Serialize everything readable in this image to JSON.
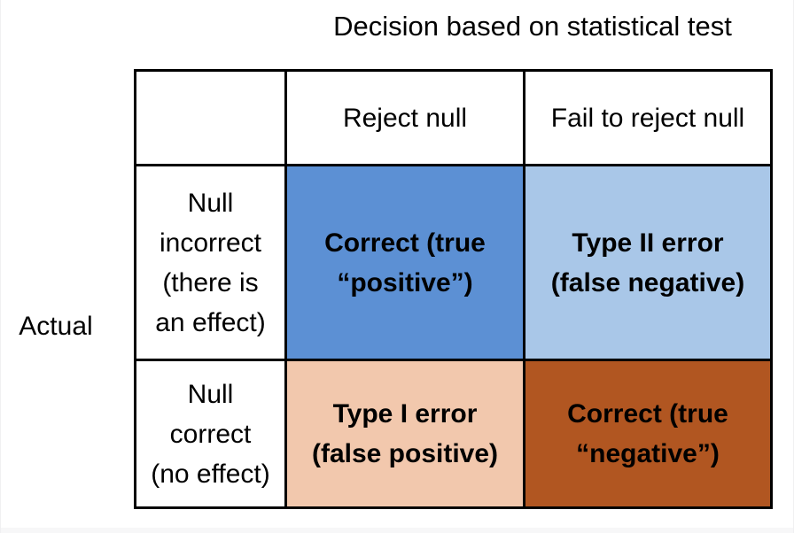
{
  "title": "Decision based on statistical test",
  "axis_label": "Actual",
  "columns": {
    "reject": "Reject null",
    "fail_to_reject": "Fail to reject null"
  },
  "rows": [
    {
      "header": "Null\nincorrect\n(there is\nan effect)",
      "cells": [
        {
          "text": "Correct (true\n“positive”)",
          "bg": "#5c90d4"
        },
        {
          "text": "Type II error\n(false negative)",
          "bg": "#a9c7e8"
        }
      ]
    },
    {
      "header": "Null\ncorrect\n(no effect)",
      "cells": [
        {
          "text": "Type I error\n(false positive)",
          "bg": "#f2c8ad"
        },
        {
          "text": "Correct (true\n“negative”)",
          "bg": "#b15621"
        }
      ]
    }
  ],
  "colors": {
    "true_positive": "#5c90d4",
    "type_2_error": "#a9c7e8",
    "type_1_error": "#f2c8ad",
    "true_negative": "#b15621",
    "border": "#000000",
    "text": "#000000",
    "background": "#ffffff"
  }
}
